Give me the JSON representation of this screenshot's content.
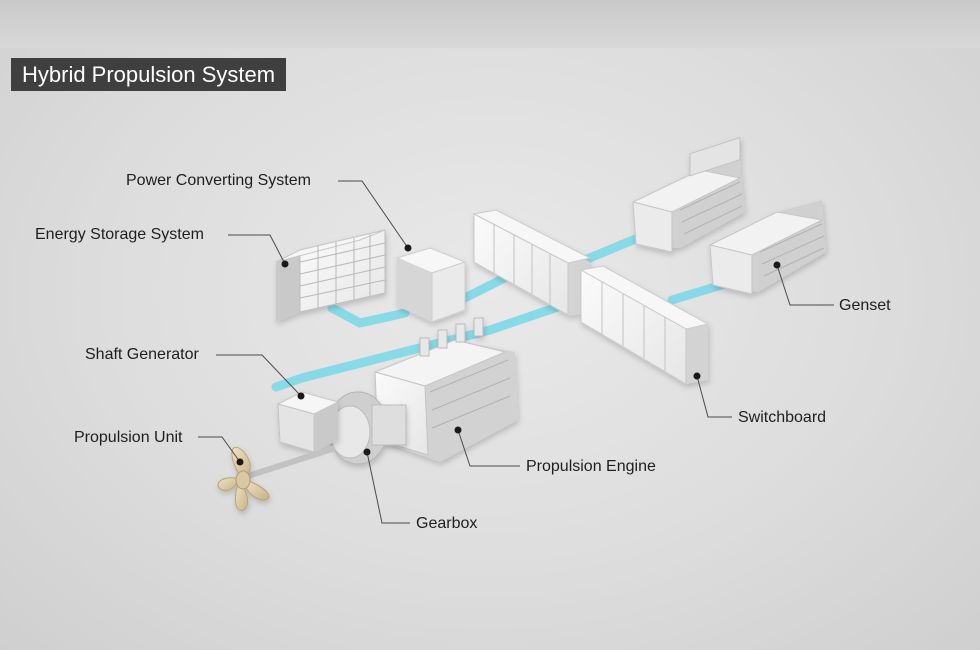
{
  "title": "Hybrid Propulsion System",
  "labels": {
    "power_converting_system": "Power Converting System",
    "energy_storage_system": "Energy Storage System",
    "shaft_generator": "Shaft Generator",
    "propulsion_unit": "Propulsion Unit",
    "gearbox": "Gearbox",
    "propulsion_engine": "Propulsion Engine",
    "switchboard": "Switchboard",
    "genset": "Genset"
  },
  "colors": {
    "cable": "#7fd9e8",
    "equipment_light": "#f4f4f4",
    "equipment_mid": "#dadada",
    "equipment_dark": "#b4b4b4",
    "propeller": "#d8c6a0",
    "title_background": "#3f3f3f"
  }
}
